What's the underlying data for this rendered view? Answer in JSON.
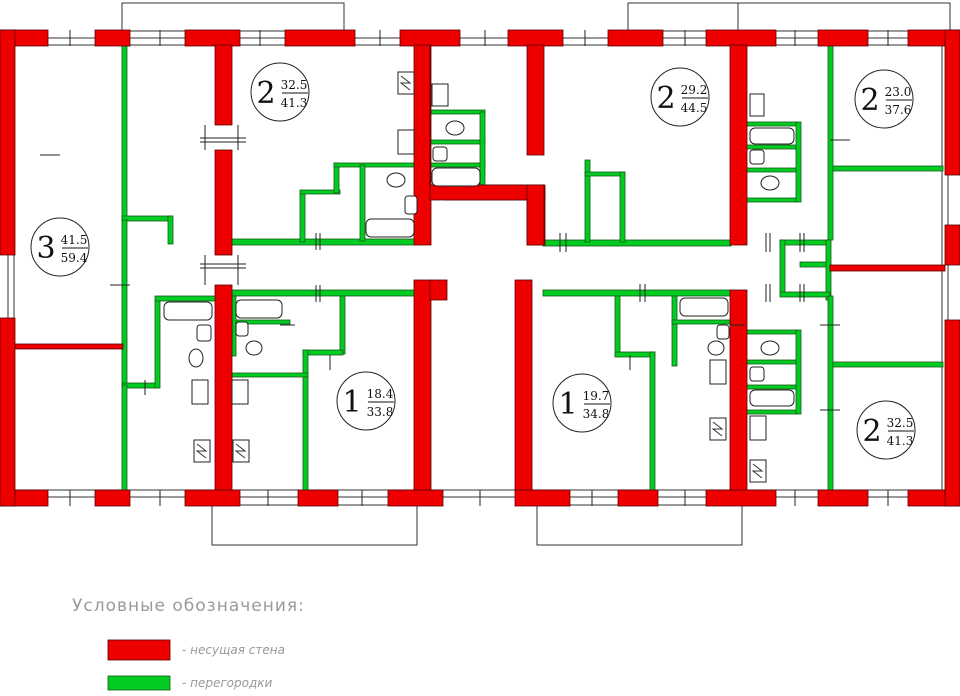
{
  "colors": {
    "bearing_wall": "#ee0000",
    "partition": "#00cc22",
    "outline": "#222222"
  },
  "apartments": [
    {
      "id": "apt-1",
      "rooms": "3",
      "living": "41.5",
      "total": "59.4"
    },
    {
      "id": "apt-2",
      "rooms": "2",
      "living": "32.5",
      "total": "41.3"
    },
    {
      "id": "apt-3",
      "rooms": "1",
      "living": "18.4",
      "total": "33.8"
    },
    {
      "id": "apt-4",
      "rooms": "1",
      "living": "19.7",
      "total": "34.8"
    },
    {
      "id": "apt-5",
      "rooms": "2",
      "living": "29.2",
      "total": "44.5"
    },
    {
      "id": "apt-6",
      "rooms": "2",
      "living": "23.0",
      "total": "37.6"
    },
    {
      "id": "apt-7",
      "rooms": "2",
      "living": "32.5",
      "total": "41.3"
    }
  ],
  "legend": {
    "title": "Условные обозначения:",
    "items": [
      {
        "label": "- несущая стена",
        "color": "#ee0000"
      },
      {
        "label": "- перегородки",
        "color": "#00cc22"
      }
    ]
  }
}
